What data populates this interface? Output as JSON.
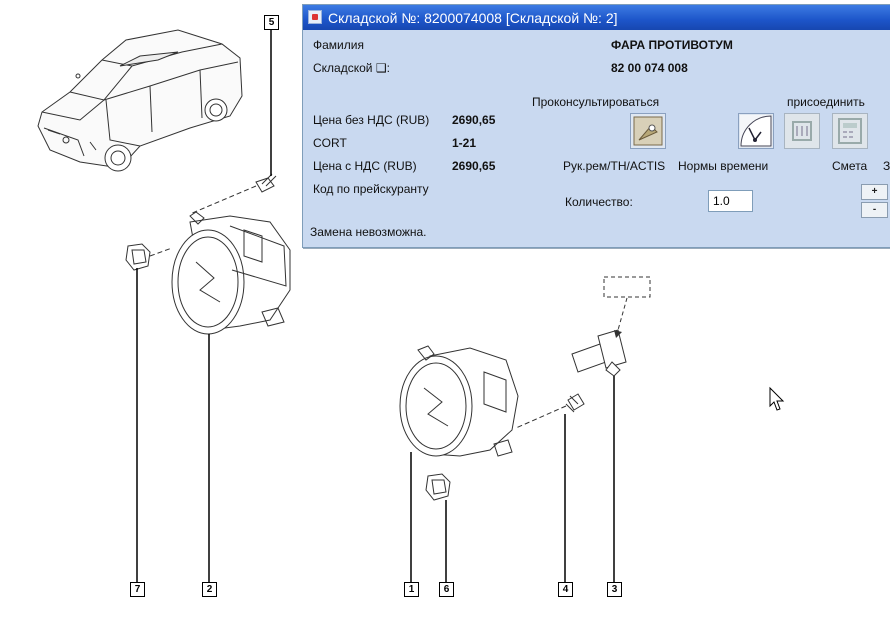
{
  "window": {
    "title": "Складской №: 8200074008 [Складской №: 2]",
    "family_label": "Фамилия",
    "family_value": "ФАРА ПРОТИВОТУМ",
    "stock_label": "Складской ❑:",
    "stock_value": "82 00 074 008",
    "price_no_vat_label": "Цена без НДС (RUB)",
    "price_no_vat_value": "2690,65",
    "cort_label": "CORT",
    "cort_value": "1-21",
    "price_vat_label": "Цена с НДС (RUB)",
    "price_vat_value": "2690,65",
    "price_list_code_label": "Код по прейскуранту",
    "consult_label": "Проконсультироваться",
    "attach_label": "присоединить",
    "repair_label": "Рук.рем/ТН/ACTIS",
    "time_norms_label": "Нормы времени",
    "estimate_label": "Смета",
    "truncated_label": "З",
    "quantity_label": "Количество:",
    "quantity_value": "1.0",
    "plus_label": "+",
    "minus_label": "-",
    "status_message": "Замена невозможна."
  },
  "diagram": {
    "callouts": [
      "5",
      "7",
      "2",
      "1",
      "6",
      "4",
      "3"
    ]
  }
}
